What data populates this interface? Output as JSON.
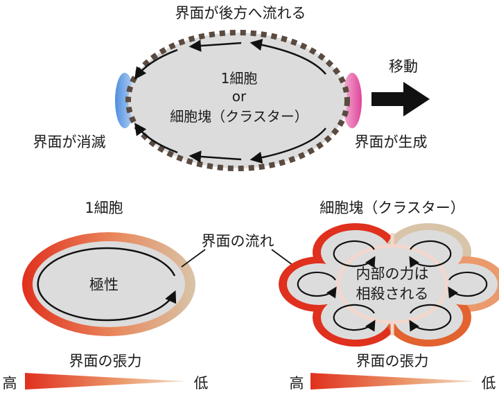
{
  "top": {
    "flow_title": "界面が後方へ流れる",
    "center_line1": "1細胞",
    "center_line2": "or",
    "center_line3": "細胞塊（クラスター）",
    "left_label": "界面が消滅",
    "right_label": "界面が生成",
    "move_label": "移動"
  },
  "single_cell": {
    "title": "1細胞",
    "center_label": "極性",
    "callout": "界面の流れ"
  },
  "cluster": {
    "title": "細胞塊（クラスター）",
    "center_line1": "内部の力は",
    "center_line2": "相殺される"
  },
  "legend_left": {
    "title": "界面の張力",
    "high": "高",
    "low": "低"
  },
  "legend_right": {
    "title": "界面の張力",
    "high": "高",
    "low": "低"
  },
  "colors": {
    "cell_fill": "#dcdcdc",
    "outline": "#111111",
    "tension_high": "#e0301e",
    "tension_low": "#d8c4a8",
    "dashed_border": "#5a4a40",
    "interface_destroyed": "#6b9ee0",
    "interface_created": "#e86ab0"
  }
}
